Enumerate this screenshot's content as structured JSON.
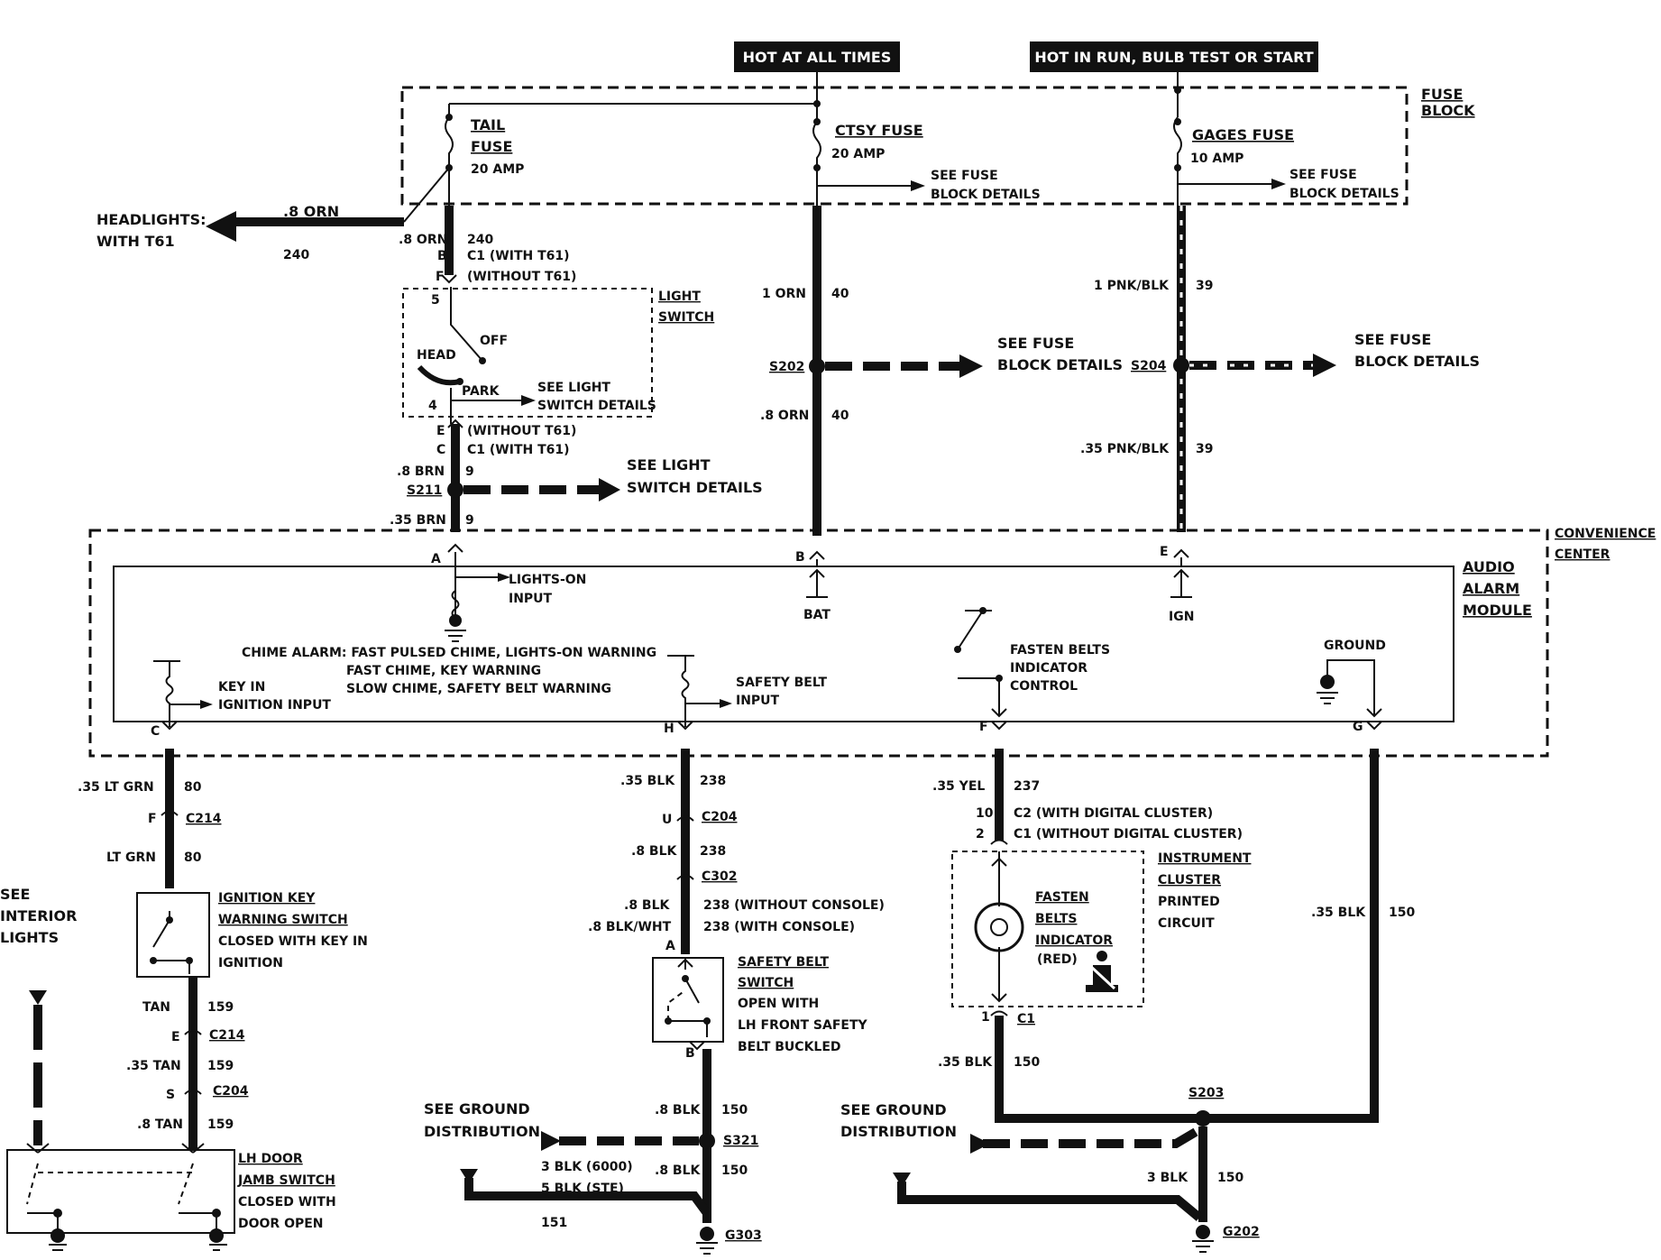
{
  "headers": {
    "hot_at_all_times": "HOT AT ALL TIMES",
    "hot_in_run": "HOT IN RUN, BULB TEST OR START"
  },
  "fuse_block": {
    "label_1": "FUSE",
    "label_2": "BLOCK",
    "tail_fuse_1": "TAIL",
    "tail_fuse_2": "FUSE",
    "tail_amp": "20 AMP",
    "ctsy_fuse": "CTSY FUSE",
    "ctsy_amp": "20 AMP",
    "gages_fuse": "GAGES FUSE",
    "gages_amp": "10 AMP",
    "see_fuse_1": "SEE FUSE",
    "see_fuse_2": "BLOCK DETAILS"
  },
  "headlights": {
    "line1": "HEADLIGHTS:",
    "line2": "WITH T61",
    "wire": ".8 ORN",
    "circuit": "240"
  },
  "tail_branch": {
    "wire": ".8 ORN",
    "circuit": "240",
    "pin_b": "B",
    "pin_f": "F",
    "c1_with": "C1 (WITH T61)",
    "without": "(WITHOUT T61)"
  },
  "light_switch": {
    "title_1": "LIGHT",
    "title_2": "SWITCH",
    "pin5": "5",
    "pin4": "4",
    "head": "HEAD",
    "off": "OFF",
    "park": "PARK",
    "see_1": "SEE LIGHT",
    "see_2": "SWITCH DETAILS"
  },
  "brn_branch": {
    "pin_e": "E",
    "pin_c": "C",
    "without": "(WITHOUT T61)",
    "c1_with": "C1 (WITH T61)",
    "wire1": ".8 BRN",
    "circuit": "9",
    "splice": "S211",
    "wire2": ".35 BRN",
    "see_1": "SEE LIGHT",
    "see_2": "SWITCH DETAILS"
  },
  "ctsy_branch": {
    "wire1": "1 ORN",
    "circuit": "40",
    "splice": "S202",
    "wire2": ".8 ORN",
    "see_1": "SEE FUSE",
    "see_2": "BLOCK DETAILS"
  },
  "gages_branch": {
    "wire1": "1 PNK/BLK",
    "circuit": "39",
    "splice": "S204",
    "wire2": ".35 PNK/BLK",
    "see_1": "SEE FUSE",
    "see_2": "BLOCK DETAILS"
  },
  "convenience_center": {
    "label_1": "CONVENIENCE",
    "label_2": "CENTER",
    "pin_a": "A",
    "pin_b": "B",
    "pin_e": "E",
    "pin_c": "C",
    "pin_h": "H",
    "pin_f": "F",
    "pin_g": "G"
  },
  "alarm_module": {
    "title_1": "AUDIO",
    "title_2": "ALARM",
    "title_3": "MODULE",
    "lights_on_1": "LIGHTS-ON",
    "lights_on_2": "INPUT",
    "bat": "BAT",
    "ign": "IGN",
    "chime_1": "CHIME ALARM: FAST PULSED CHIME, LIGHTS-ON WARNING",
    "chime_2": "FAST CHIME, KEY WARNING",
    "chime_3": "SLOW CHIME, SAFETY BELT WARNING",
    "key_in_1": "KEY IN",
    "key_in_2": "IGNITION INPUT",
    "belt_input_1": "SAFETY BELT",
    "belt_input_2": "INPUT",
    "fasten_1": "FASTEN BELTS",
    "fasten_2": "INDICATOR",
    "fasten_3": "CONTROL",
    "ground": "GROUND"
  },
  "key_circuit": {
    "wire1": ".35 LT GRN",
    "circuit1": "80",
    "pin_f": "F",
    "conn1": "C214",
    "wire2": "LT GRN",
    "circuit2": "80",
    "switch_1": "IGNITION KEY",
    "switch_2": "WARNING SWITCH",
    "switch_3": "CLOSED WITH KEY IN",
    "switch_4": "IGNITION",
    "wire3": "TAN",
    "circuit3": "159",
    "pin_e": "E",
    "conn2": "C214",
    "wire4": ".35 TAN",
    "circuit4": "159",
    "pin_s": "S",
    "conn3": "C204",
    "wire5": ".8 TAN",
    "circuit5": "159",
    "jamb_1": "LH DOOR",
    "jamb_2": "JAMB SWITCH",
    "jamb_3": "CLOSED WITH",
    "jamb_4": "DOOR OPEN",
    "see_1": "SEE",
    "see_2": "INTERIOR",
    "see_3": "LIGHTS"
  },
  "belt_circuit": {
    "wire1": ".35 BLK",
    "circuit1": "238",
    "pin_u": "U",
    "conn1": "C204",
    "wire2": ".8 BLK",
    "circuit2": "238",
    "conn2": "C302",
    "wire3": ".8 BLK",
    "circuit3": "238 (WITHOUT CONSOLE)",
    "wire4": ".8 BLK/WHT",
    "circuit4": "238 (WITH CONSOLE)",
    "pin_a": "A",
    "switch_1": "SAFETY BELT",
    "switch_2": "SWITCH",
    "switch_3": "OPEN WITH",
    "switch_4": "LH FRONT SAFETY",
    "switch_5": "BELT BUCKLED",
    "pin_b": "B",
    "wire5": ".8 BLK",
    "circuit5": "150",
    "see_gnd_1": "SEE GROUND",
    "see_gnd_2": "DISTRIBUTION",
    "splice": "S321",
    "gnd_wire1": "3 BLK (6000)",
    "gnd_wire2": "5 BLK (STE)",
    "gnd_circuit": "151",
    "wire6": ".8 BLK",
    "circuit6": "150",
    "ground": "G303"
  },
  "indicator_circuit": {
    "wire1": ".35 YEL",
    "circuit1": "237",
    "pin10": "10",
    "c2": "C2 (WITH DIGITAL CLUSTER)",
    "pin2": "2",
    "c1": "C1 (WITHOUT DIGITAL CLUSTER)",
    "cluster_1": "INSTRUMENT",
    "cluster_2": "CLUSTER",
    "cluster_3": "PRINTED",
    "cluster_4": "CIRCUIT",
    "lamp_1": "FASTEN",
    "lamp_2": "BELTS",
    "lamp_3": "INDICATOR",
    "lamp_4": "(RED)",
    "pin1": "1",
    "conn": "C1",
    "wire2": ".35 BLK",
    "circuit2": "150",
    "see_gnd_1": "SEE GROUND",
    "see_gnd_2": "DISTRIBUTION",
    "splice": "S203",
    "wire3": "3 BLK",
    "circuit3": "150",
    "ground": "G202"
  },
  "ground_circuit": {
    "wire": ".35 BLK",
    "circuit": "150"
  }
}
